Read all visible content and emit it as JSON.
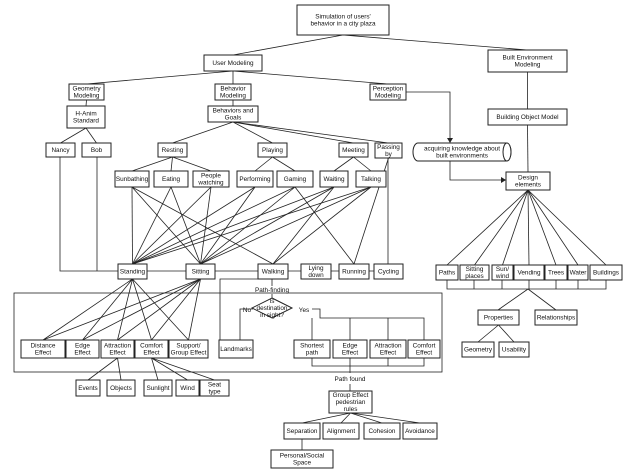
{
  "nodes": {
    "root": "Simulation of users'\nbehavior in a city plaza",
    "user": "User Modeling",
    "built": "Built Environment\nModeling",
    "geom": "Geometry\nModeling",
    "behav": "Behavior\nModeling",
    "percep": "Perception\nModeling",
    "hanim": "H-Anim\nStandard",
    "bag": "Behaviors and\nGoals",
    "nancy": "Nancy",
    "bob": "Bob",
    "resting": "Resting",
    "playing": "Playing",
    "meeting": "Meeting",
    "passing": "Passing\nby",
    "sunbathing": "Sunbathing",
    "eating": "Eating",
    "people": "People\nwatching",
    "performing": "Performing",
    "gaming": "Gaming",
    "waiting": "Waiting",
    "talking": "Talking",
    "standing": "Standing",
    "sitting": "Sitting",
    "walking": "Walking",
    "lying": "Lying\ndown",
    "running": "Running",
    "cycling": "Cycling",
    "distance": "Distance\nEffect",
    "edge1": "Edge\nEffect",
    "attr1": "Attraction\nEffect",
    "comf1": "Comfort\nEffect",
    "support": "Support/\nGroup Effect",
    "landmarks": "Landmarks",
    "shortest": "Shortest\npath",
    "edge2": "Edge\nEffect",
    "attr2": "Attraction\nEffect",
    "comf2": "Comfort\nEffect",
    "events": "Events",
    "objects": "Objects",
    "sunlight": "Sunlight",
    "wind": "Wind",
    "seat": "Seat\ntype",
    "group": "Group Effect\npedestrian\nrules",
    "separation": "Separation",
    "alignment": "Alignment",
    "cohesion": "Cohesion",
    "avoidance": "Avoidance",
    "personal": "Personal/Social\nSpace",
    "bom": "Building Object Model",
    "acquiring": "acquiring knowledge about\nbuilt environments",
    "design": "Design\nelements",
    "paths": "Paths",
    "sitplaces": "Sitting\nplaces",
    "sunwind": "Sun/\nwind",
    "vending": "Vending",
    "trees": "Trees",
    "water": "Water",
    "buildings": "Buildings",
    "properties": "Properties",
    "relationships": "Relationships",
    "geometry": "Geometry",
    "usability": "Usability"
  },
  "labels": {
    "path_finding": "Path-finding",
    "decision": "Is\ndestination\nin sight?",
    "no": "No",
    "yes": "Yes",
    "path_found": "Path found"
  },
  "edges": [
    [
      "root",
      "user"
    ],
    [
      "root",
      "built"
    ],
    [
      "user",
      "geom"
    ],
    [
      "user",
      "behav"
    ],
    [
      "user",
      "percep"
    ],
    [
      "geom",
      "hanim"
    ],
    [
      "behav",
      "bag"
    ],
    [
      "hanim",
      "nancy"
    ],
    [
      "hanim",
      "bob"
    ],
    [
      "bag",
      "resting"
    ],
    [
      "bag",
      "playing"
    ],
    [
      "bag",
      "meeting"
    ],
    [
      "bag",
      "passing"
    ],
    [
      "resting",
      "sunbathing"
    ],
    [
      "resting",
      "eating"
    ],
    [
      "resting",
      "people"
    ],
    [
      "playing",
      "performing"
    ],
    [
      "playing",
      "gaming"
    ],
    [
      "meeting",
      "waiting"
    ],
    [
      "meeting",
      "talking"
    ],
    [
      "sunbathing",
      "standing"
    ],
    [
      "sunbathing",
      "sitting"
    ],
    [
      "eating",
      "standing"
    ],
    [
      "eating",
      "sitting"
    ],
    [
      "people",
      "standing"
    ],
    [
      "people",
      "sitting"
    ],
    [
      "performing",
      "standing"
    ],
    [
      "performing",
      "sitting"
    ],
    [
      "gaming",
      "standing"
    ],
    [
      "gaming",
      "running"
    ],
    [
      "waiting",
      "standing"
    ],
    [
      "waiting",
      "sitting"
    ],
    [
      "talking",
      "standing"
    ],
    [
      "talking",
      "sitting"
    ],
    [
      "talking",
      "walking"
    ],
    [
      "sunbathing",
      "walking"
    ],
    [
      "gaming",
      "sitting"
    ],
    [
      "passing",
      "running"
    ],
    [
      "waiting",
      "walking"
    ],
    [
      "standing",
      "distance"
    ],
    [
      "standing",
      "edge1"
    ],
    [
      "standing",
      "attr1"
    ],
    [
      "standing",
      "comf1"
    ],
    [
      "standing",
      "support"
    ],
    [
      "sitting",
      "distance"
    ],
    [
      "sitting",
      "edge1"
    ],
    [
      "sitting",
      "attr1"
    ],
    [
      "sitting",
      "comf1"
    ],
    [
      "sitting",
      "support"
    ],
    [
      "attr1",
      "events"
    ],
    [
      "attr1",
      "objects"
    ],
    [
      "comf1",
      "sunlight"
    ],
    [
      "comf1",
      "wind"
    ],
    [
      "comf1",
      "seat"
    ],
    [
      "group",
      "separation"
    ],
    [
      "group",
      "alignment"
    ],
    [
      "group",
      "cohesion"
    ],
    [
      "group",
      "avoidance"
    ],
    [
      "separation",
      "personal"
    ],
    [
      "built",
      "bom"
    ],
    [
      "bom",
      "design"
    ],
    [
      "design",
      "paths"
    ],
    [
      "design",
      "sitplaces"
    ],
    [
      "design",
      "sunwind"
    ],
    [
      "design",
      "vending"
    ],
    [
      "design",
      "trees"
    ],
    [
      "design",
      "water"
    ],
    [
      "design",
      "buildings"
    ],
    [
      "properties",
      "geometry"
    ],
    [
      "properties",
      "usability"
    ]
  ]
}
